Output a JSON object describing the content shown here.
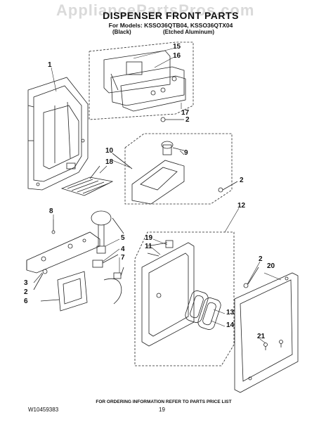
{
  "watermark": "AppliancePartsPros.com",
  "header": {
    "title": "DISPENSER FRONT PARTS",
    "models": "For Models: KSSO36QTB04, KSSO36QTX04",
    "finish_black": "(Black)",
    "finish_aluminum": "(Etched Aluminum)"
  },
  "callouts": {
    "c1": "1",
    "c15": "15",
    "c16": "16",
    "c17": "17",
    "c2a": "2",
    "c10": "10",
    "c9": "9",
    "c18": "18",
    "c2b": "2",
    "c12": "12",
    "c8": "8",
    "c5": "5",
    "c4": "4",
    "c7": "7",
    "c19": "19",
    "c11": "11",
    "c2c": "2",
    "c20": "20",
    "c3": "3",
    "c2d": "2",
    "c6": "6",
    "c13": "13",
    "c14": "14",
    "c21": "21"
  },
  "footer": {
    "instructions": "FOR ORDERING INFORMATION REFER TO PARTS PRICE LIST",
    "doc_number": "W10459383",
    "page_number": "19"
  }
}
